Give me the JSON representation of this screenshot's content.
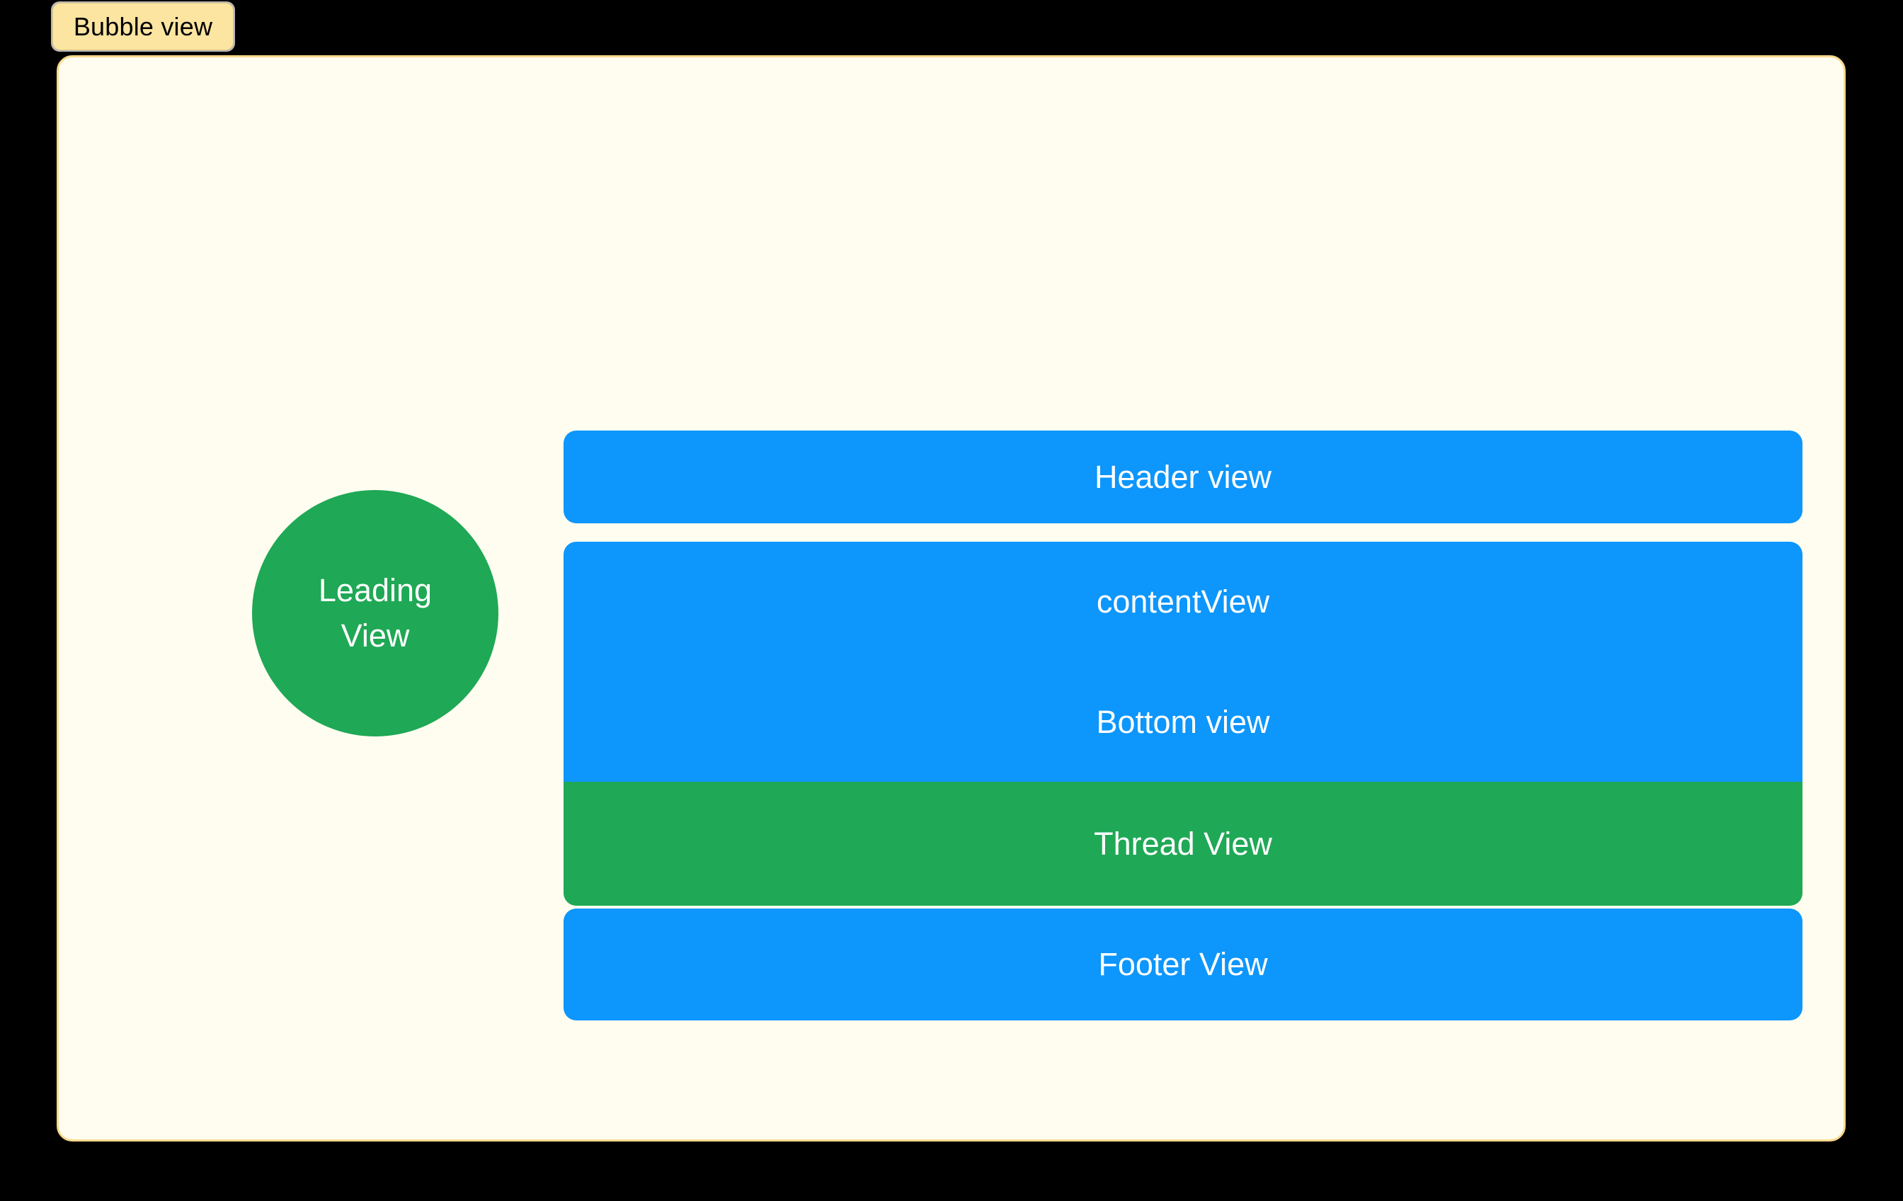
{
  "badge": {
    "label": "Bubble view"
  },
  "colors": {
    "page_background": "#000000",
    "container_background": "#fffdf0",
    "container_border": "#f7d98c",
    "badge_background": "#fbe5a1",
    "badge_text": "#000000",
    "blue": "#0d96fc",
    "green": "#1fa855",
    "label_text": "#ffffff"
  },
  "diagram": {
    "leading": {
      "shape": "circle",
      "line1": "Leading",
      "line2": "View",
      "color": "#1fa855"
    },
    "bars": [
      {
        "id": "header-view",
        "label": "Header view",
        "color": "#0d96fc"
      },
      {
        "id": "content-view",
        "label": "contentView",
        "color": "#0d96fc"
      },
      {
        "id": "bottom-view",
        "label": "Bottom view",
        "color": "#0d96fc"
      },
      {
        "id": "thread-view",
        "label": "Thread View",
        "color": "#1fa855"
      },
      {
        "id": "footer-view",
        "label": "Footer View",
        "color": "#0d96fc"
      }
    ]
  }
}
